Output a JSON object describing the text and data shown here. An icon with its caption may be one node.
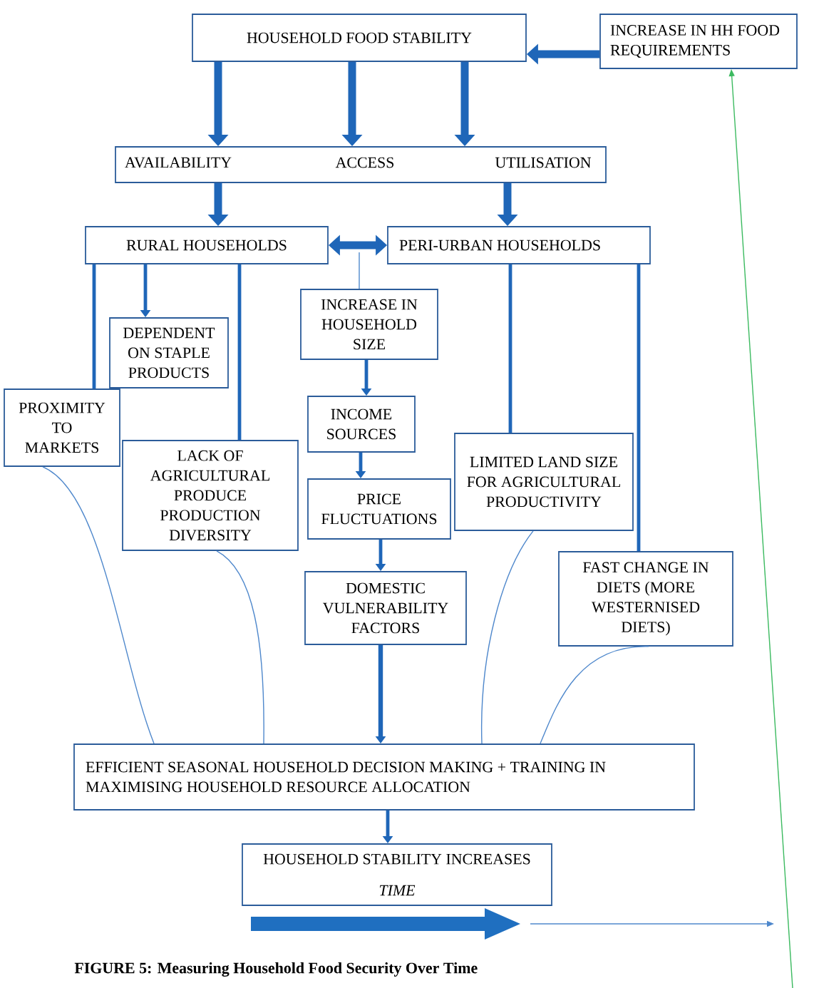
{
  "diagram": {
    "caption": "FIGURE 5: Measuring Household Food Security Over Time",
    "nodes": [
      {
        "text": [
          "HOUSEHOLD FOOD STABILITY"
        ]
      },
      {
        "text": [
          "INCREASE IN HH FOOD REQUIREMENTS"
        ]
      },
      {
        "text": [
          "AVAILABILITY",
          "ACCESS",
          "UTILISATION"
        ]
      },
      {
        "text": [
          "RURAL HOUSEHOLDS"
        ]
      },
      {
        "text": [
          "PERI-URBAN HOUSEHOLDS"
        ]
      },
      {
        "text": [
          "INCREASE IN HOUSEHOLD SIZE"
        ]
      },
      {
        "text": [
          "DEPENDENT ON STAPLE PRODUCTS"
        ]
      },
      {
        "text": [
          "PROXIMITY TO MARKETS"
        ]
      },
      {
        "text": [
          "INCOME SOURCES"
        ]
      },
      {
        "text": [
          "LACK OF AGRICULTURAL PRODUCE PRODUCTION DIVERSITY"
        ]
      },
      {
        "text": [
          "LIMITED LAND SIZE FOR AGRICULTURAL PRODUCTIVITY"
        ]
      },
      {
        "text": [
          "PRICE FLUCTUATIONS"
        ]
      },
      {
        "text": [
          "DOMESTIC VULNERABILITY FACTORS"
        ]
      },
      {
        "text": [
          "FAST CHANGE IN DIETS (MORE WESTERNISED DIETS)"
        ]
      },
      {
        "text": [
          "EFFICIENT SEASONAL HOUSEHOLD DECISION MAKING + TRAINING IN MAXIMISING HOUSEHOLD RESOURCE ALLOCATION"
        ]
      },
      {
        "text": [
          "HOUSEHOLD STABILITY INCREASES",
          "TIME"
        ]
      }
    ],
    "edges": [
      {
        "from": 1,
        "to": 0,
        "arrow": "to",
        "style": "thick"
      },
      {
        "from": 0,
        "to": 2,
        "arrow": "to",
        "style": "thick"
      },
      {
        "from": 0,
        "to": 2,
        "arrow": "to",
        "style": "thick"
      },
      {
        "from": 0,
        "to": 2,
        "arrow": "to",
        "style": "thick"
      },
      {
        "from": 2,
        "to": 3,
        "arrow": "to",
        "style": "thick"
      },
      {
        "from": 2,
        "to": 4,
        "arrow": "to",
        "style": "thick"
      },
      {
        "from": 3,
        "to": 4,
        "arrow": "both",
        "style": "thick"
      },
      {
        "from": null,
        "to": 5,
        "arrow": "none",
        "color": "#4f88cc"
      },
      {
        "from": 3,
        "to": 7,
        "arrow": "none"
      },
      {
        "from": 3,
        "to": 6,
        "arrow": "to"
      },
      {
        "from": 3,
        "to": 9,
        "arrow": "none"
      },
      {
        "from": 4,
        "to": 10,
        "arrow": "none"
      },
      {
        "from": 4,
        "to": 13,
        "arrow": "none"
      },
      {
        "from": 5,
        "to": 8,
        "arrow": "to"
      },
      {
        "from": 8,
        "to": 11,
        "arrow": "to"
      },
      {
        "from": 11,
        "to": 12,
        "arrow": "to"
      },
      {
        "from": 12,
        "to": 14,
        "arrow": "to"
      },
      {
        "from": 14,
        "to": 15,
        "arrow": "to"
      },
      {
        "from": 7,
        "to": 14,
        "arrow": "none",
        "color": "#4f88cc"
      },
      {
        "from": 9,
        "to": 14,
        "arrow": "none",
        "color": "#4f88cc"
      },
      {
        "from": 10,
        "to": 14,
        "arrow": "none",
        "color": "#4f88cc"
      },
      {
        "from": 13,
        "to": 14,
        "arrow": "none",
        "color": "#4f88cc"
      },
      {
        "from": null,
        "to": 1,
        "arrow": "to",
        "color": "#3cba60"
      }
    ]
  }
}
